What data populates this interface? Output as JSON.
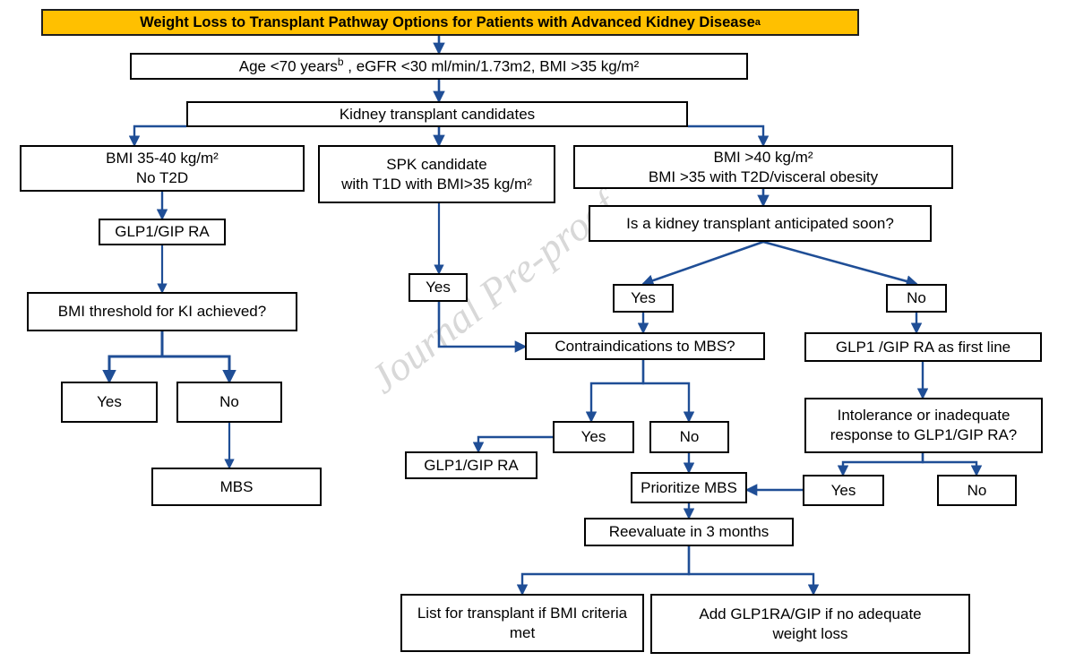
{
  "figure": {
    "title": "Weight Loss to Transplant Pathway Options for Patients with Advanced Kidney Disease",
    "title_superscript": "a",
    "watermark": "Journal Pre-proof",
    "colors": {
      "title_background": "#FFC000",
      "title_border": "#1F1F1F",
      "box_border": "#000000",
      "connector": "#1F4E96",
      "background": "#FFFFFF",
      "watermark": "#D8D8D8"
    }
  },
  "chart_data": {
    "type": "flowchart",
    "title": "Weight Loss to Transplant Pathway Options for Patients with Advanced Kidney Disease",
    "nodes": [
      {
        "id": "criteria",
        "label": "Age <70 yearsᵇ , eGFR <30 ml/min/1.73m2, BMI >35 kg/m²"
      },
      {
        "id": "candidates",
        "label": "Kidney transplant candidates"
      },
      {
        "id": "bmi3540",
        "label_lines": [
          "BMI 35-40 kg/m²",
          "No T2D"
        ]
      },
      {
        "id": "spk",
        "label_lines": [
          "SPK candidate",
          "with T1D with BMI>35 kg/m²"
        ]
      },
      {
        "id": "bmi40",
        "label_lines": [
          "BMI >40 kg/m²",
          "BMI >35 with T2D/visceral obesity"
        ]
      },
      {
        "id": "glp1-left",
        "label": "GLP1/GIP RA"
      },
      {
        "id": "transplant-soon",
        "label": "Is a kidney transplant anticipated soon?"
      },
      {
        "id": "bmi-threshold",
        "label": "BMI threshold for KI achieved?"
      },
      {
        "id": "spk-yes",
        "label": "Yes"
      },
      {
        "id": "soon-yes",
        "label": "Yes"
      },
      {
        "id": "soon-no",
        "label": "No"
      },
      {
        "id": "contra",
        "label": "Contraindications to MBS?"
      },
      {
        "id": "glp1-first-line",
        "label": "GLP1 /GIP RA as first line"
      },
      {
        "id": "thresh-yes",
        "label": "Yes"
      },
      {
        "id": "thresh-no",
        "label": "No"
      },
      {
        "id": "intolerance",
        "label_lines": [
          "Intolerance or inadequate",
          "response to GLP1/GIP RA?"
        ]
      },
      {
        "id": "contra-yes",
        "label": "Yes"
      },
      {
        "id": "contra-no",
        "label": "No"
      },
      {
        "id": "glp1-mid",
        "label": "GLP1/GIP RA"
      },
      {
        "id": "mbs",
        "label": "MBS"
      },
      {
        "id": "prioritize-mbs",
        "label": "Prioritize MBS"
      },
      {
        "id": "intol-yes",
        "label": "Yes"
      },
      {
        "id": "intol-no",
        "label": "No"
      },
      {
        "id": "reevaluate",
        "label": "Reevaluate in 3 months"
      },
      {
        "id": "list-transplant",
        "label_lines": [
          "List for transplant if BMI criteria",
          "met"
        ]
      },
      {
        "id": "add-glp1",
        "label_lines": [
          "Add GLP1RA/GIP if no adequate",
          "weight loss"
        ]
      }
    ],
    "edges": [
      {
        "from": "title",
        "to": "criteria"
      },
      {
        "from": "criteria",
        "to": "candidates"
      },
      {
        "from": "candidates",
        "to": "bmi3540"
      },
      {
        "from": "candidates",
        "to": "spk"
      },
      {
        "from": "candidates",
        "to": "bmi40"
      },
      {
        "from": "bmi3540",
        "to": "glp1-left"
      },
      {
        "from": "glp1-left",
        "to": "bmi-threshold"
      },
      {
        "from": "bmi-threshold",
        "to": "thresh-yes"
      },
      {
        "from": "bmi-threshold",
        "to": "thresh-no"
      },
      {
        "from": "thresh-no",
        "to": "mbs"
      },
      {
        "from": "spk",
        "to": "spk-yes"
      },
      {
        "from": "spk-yes",
        "to": "contra"
      },
      {
        "from": "bmi40",
        "to": "transplant-soon"
      },
      {
        "from": "transplant-soon",
        "to": "soon-yes"
      },
      {
        "from": "transplant-soon",
        "to": "soon-no"
      },
      {
        "from": "soon-yes",
        "to": "contra"
      },
      {
        "from": "soon-no",
        "to": "glp1-first-line"
      },
      {
        "from": "contra",
        "to": "contra-yes"
      },
      {
        "from": "contra",
        "to": "contra-no"
      },
      {
        "from": "contra-yes",
        "to": "glp1-mid"
      },
      {
        "from": "contra-no",
        "to": "prioritize-mbs"
      },
      {
        "from": "glp1-first-line",
        "to": "intolerance"
      },
      {
        "from": "intolerance",
        "to": "intol-yes"
      },
      {
        "from": "intolerance",
        "to": "intol-no"
      },
      {
        "from": "intol-yes",
        "to": "prioritize-mbs"
      },
      {
        "from": "prioritize-mbs",
        "to": "reevaluate"
      },
      {
        "from": "reevaluate",
        "to": "list-transplant"
      },
      {
        "from": "reevaluate",
        "to": "add-glp1"
      }
    ]
  },
  "nodes": {
    "criteria": {
      "text": "Age <70 years",
      "sup": "b",
      "text2": " , eGFR <30 ml/min/1.73m2, BMI >35 kg/m²"
    },
    "candidates": {
      "label": "Kidney transplant candidates"
    },
    "bmi3540": {
      "line1": "BMI 35-40 kg/m²",
      "line2": "No T2D"
    },
    "spk": {
      "line1": "SPK candidate",
      "line2": "with T1D with BMI>35 kg/m²"
    },
    "bmi40": {
      "line1": "BMI >40 kg/m²",
      "line2": "BMI >35 with T2D/visceral obesity"
    },
    "glp1_left": {
      "label": "GLP1/GIP RA"
    },
    "transplant_soon": {
      "label": "Is a kidney transplant anticipated soon?"
    },
    "bmi_threshold": {
      "label": "BMI threshold for KI achieved?"
    },
    "spk_yes": {
      "label": "Yes"
    },
    "soon_yes": {
      "label": "Yes"
    },
    "soon_no": {
      "label": "No"
    },
    "contra": {
      "label": "Contraindications to MBS?"
    },
    "glp1_first_line": {
      "label": "GLP1 /GIP RA as first line"
    },
    "thresh_yes": {
      "label": "Yes"
    },
    "thresh_no": {
      "label": "No"
    },
    "intolerance": {
      "line1": "Intolerance or inadequate",
      "line2": "response to GLP1/GIP RA?"
    },
    "contra_yes": {
      "label": "Yes"
    },
    "contra_no": {
      "label": "No"
    },
    "glp1_mid": {
      "label": "GLP1/GIP RA"
    },
    "mbs": {
      "label": "MBS"
    },
    "prioritize_mbs": {
      "label": "Prioritize MBS"
    },
    "intol_yes": {
      "label": "Yes"
    },
    "intol_no": {
      "label": "No"
    },
    "reevaluate": {
      "label": "Reevaluate in 3 months"
    },
    "list_transplant": {
      "line1": "List for transplant if BMI criteria",
      "line2": "met"
    },
    "add_glp1": {
      "line1": "Add GLP1RA/GIP if no adequate",
      "line2": "weight loss"
    }
  }
}
